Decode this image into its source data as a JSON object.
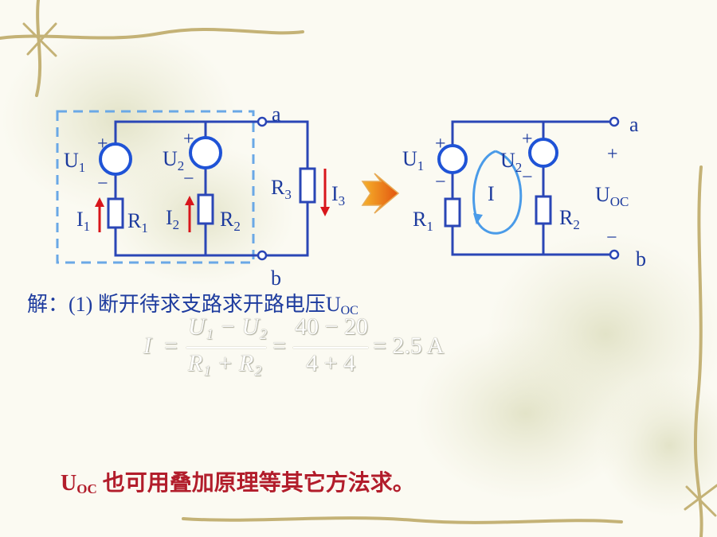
{
  "circuit_left": {
    "U1": "U",
    "U1_sub": "1",
    "U2": "U",
    "U2_sub": "2",
    "R1": "R",
    "R1_sub": "1",
    "R2": "R",
    "R2_sub": "2",
    "R3": "R",
    "R3_sub": "3",
    "I1": "I",
    "I1_sub": "1",
    "I2": "I",
    "I2_sub": "2",
    "I3": "I",
    "I3_sub": "3",
    "plus": "+",
    "minus": "−",
    "node_a": "a",
    "node_b": "b"
  },
  "circuit_right": {
    "U1": "U",
    "U1_sub": "1",
    "U2": "U",
    "U2_sub": "2",
    "R1": "R",
    "R1_sub": "1",
    "R2": "R",
    "R2_sub": "2",
    "loop_current": "I",
    "Uoc": "U",
    "Uoc_sub": "OC",
    "plus": "+",
    "minus": "−",
    "node_a": "a",
    "node_b": "b"
  },
  "solution": {
    "prefix": "解：(1)  断开待求支路求开路电压U",
    "sub": "OC"
  },
  "formula": {
    "lhs": "I",
    "eq": "=",
    "num_symbolic": "U₁ − U₂",
    "den_symbolic": "R₁ + R₂",
    "num_value": "40 − 20",
    "den_value": "4 + 4",
    "result": "= 2.5 A"
  },
  "note": {
    "prefix": "U",
    "sub": "OC",
    "text": " 也可用叠加原理等其它方法求。"
  },
  "colors": {
    "wire": "#2a46b6",
    "label": "#1d3b9e",
    "source": "#1f53d6",
    "current_arrow": "#d8161b",
    "dashed_box": "#6aa8e6",
    "loop_arrow": "#4a9be8",
    "note": "#b21d2b",
    "big_arrow": "#f07a12"
  }
}
